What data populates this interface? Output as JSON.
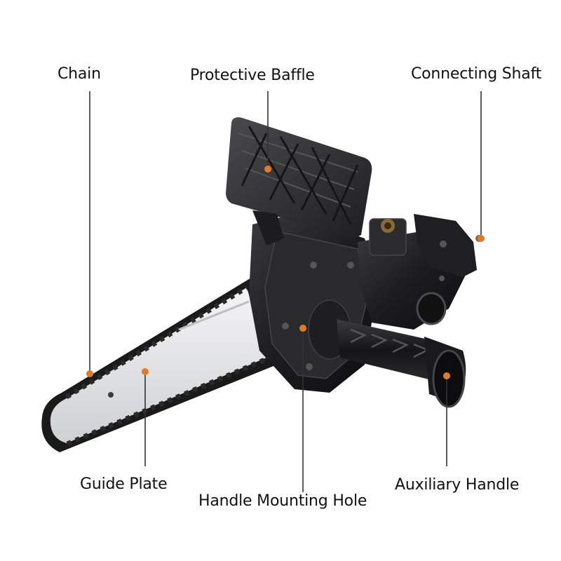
{
  "labels": {
    "chain": "Chain",
    "protective_baffle": "Protective Baffle",
    "connecting_shaft": "Connecting Shaft",
    "guide_plate": "Guide Plate",
    "handle_mounting_hole": "Handle Mounting Hole",
    "auxiliary_handle": "Auxiliary Handle"
  },
  "colors": {
    "marker": "#e07b2a",
    "leader_line": "#333333",
    "body": "#1c1c1e",
    "guide_plate": "#e8e8ea"
  }
}
